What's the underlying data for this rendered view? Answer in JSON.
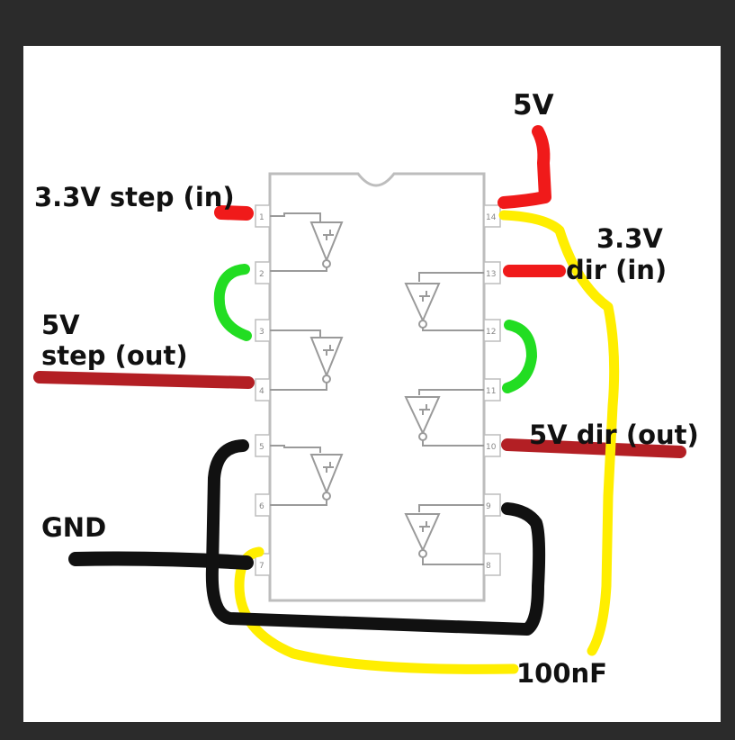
{
  "title": "",
  "chip": {
    "pins_left": [
      "1",
      "2",
      "3",
      "4",
      "5",
      "6",
      "7"
    ],
    "pins_right": [
      "14",
      "13",
      "12",
      "11",
      "10",
      "9",
      "8"
    ]
  },
  "labels": {
    "v5_top": "5V",
    "step_in": "3.3V step (in)",
    "dir_in_a": "3.3V",
    "dir_in_b": "dir (in)",
    "step_out_a": "5V",
    "step_out_b": "step (out)",
    "dir_out": "5V dir (out)",
    "gnd": "GND",
    "cap": "100nF"
  },
  "colors": {
    "frame": "#2b2b2b",
    "page": "#ffffff",
    "chip_outline": "#bdbdbd",
    "red": "#f01a1a",
    "dark_red": "#b31f24",
    "green": "#22dd22",
    "black": "#111111",
    "yellow": "#ffee00"
  },
  "icons": [
    "schmitt-inverter-icon"
  ]
}
